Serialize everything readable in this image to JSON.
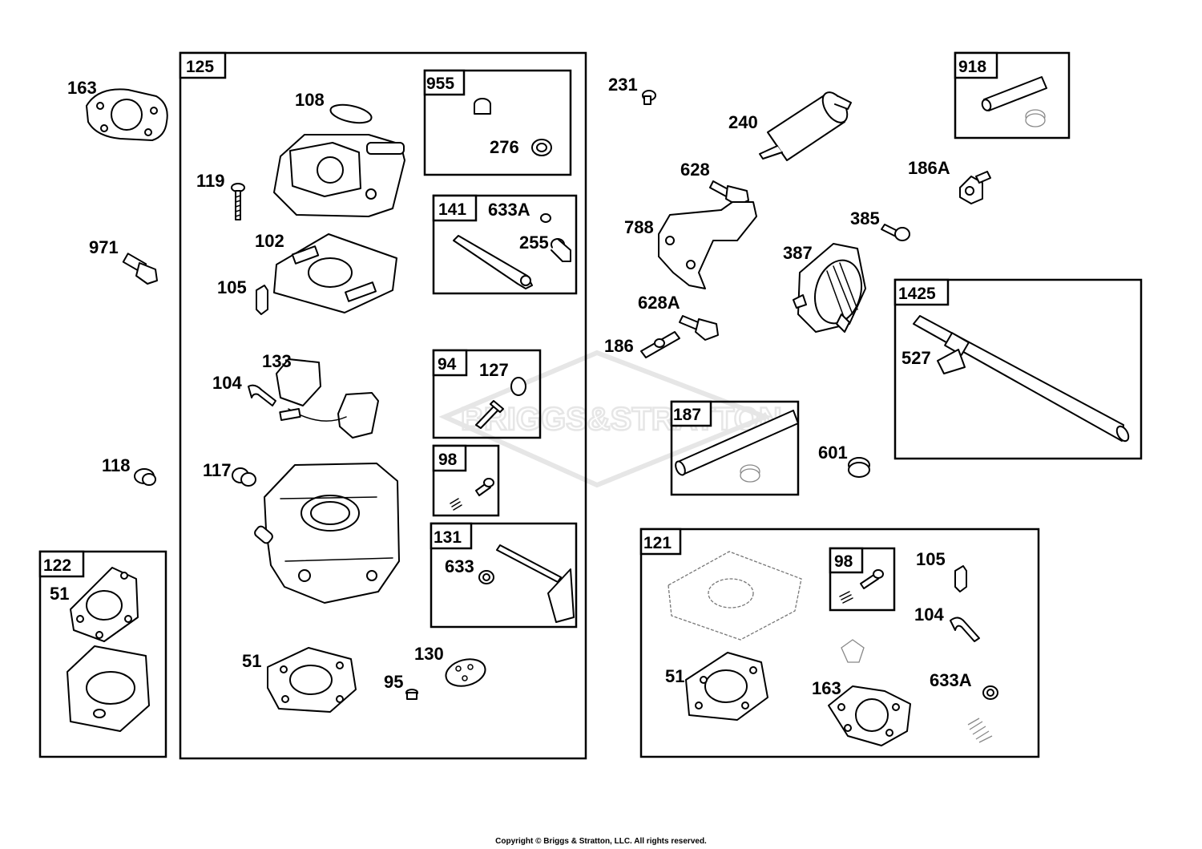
{
  "watermark": "BRIGGS&STRATTON",
  "copyright": "Copyright © Briggs & Stratton, LLC. All rights reserved.",
  "labels": {
    "p163_top": "163",
    "p971": "971",
    "p118": "118",
    "p108": "108",
    "p119": "119",
    "p102": "102",
    "p105": "105",
    "p133": "133",
    "p104": "104",
    "p117": "117",
    "p51_main": "51",
    "p130": "130",
    "p95": "95",
    "p276": "276",
    "p633a_main": "633A",
    "p255": "255",
    "p127": "127",
    "p633": "633",
    "p51_k122": "51",
    "p231": "231",
    "p240": "240",
    "p628": "628",
    "p788": "788",
    "p628a": "628A",
    "p186": "186",
    "p387": "387",
    "p385": "385",
    "p186a": "186A",
    "p527": "527",
    "p601": "601",
    "p105_k121": "105",
    "p104_k121": "104",
    "p51_k121": "51",
    "p163_k121": "163",
    "p633a_k121": "633A"
  },
  "kits": {
    "k125": "125",
    "k955": "955",
    "k141": "141",
    "k94": "94",
    "k98_main": "98",
    "k131": "131",
    "k122": "122",
    "k918": "918",
    "k1425": "1425",
    "k187": "187",
    "k121": "121",
    "k98_k121": "98"
  }
}
